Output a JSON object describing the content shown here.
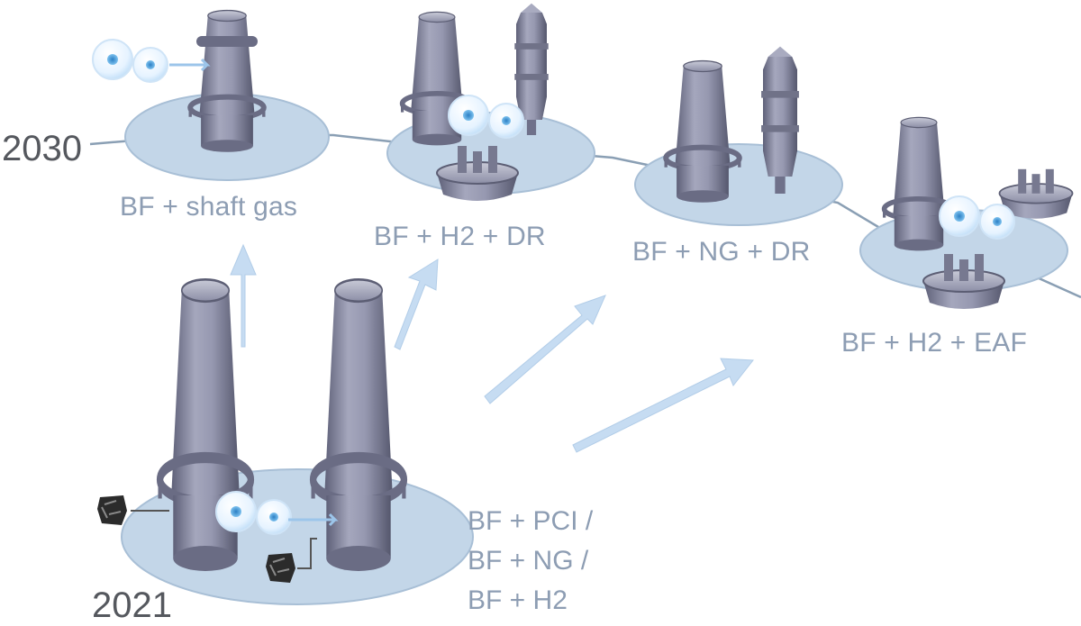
{
  "years": {
    "top": "2030",
    "bottom": "2021"
  },
  "stages": [
    {
      "label": "BF + shaft gas"
    },
    {
      "label": "BF + H2 + DR"
    },
    {
      "label": "BF + NG + DR"
    },
    {
      "label": "BF + H2 + EAF"
    }
  ],
  "current_stage": {
    "lines": [
      "BF + PCI /",
      "BF + NG /",
      "BF + H2"
    ]
  },
  "colors": {
    "platform": "#c3d6e8",
    "platform_edge": "#a8bfd6",
    "furnace": "#8d8fa8",
    "arrow": "#c6dcf2",
    "label": "#8d9db3",
    "year": "#55585e"
  }
}
